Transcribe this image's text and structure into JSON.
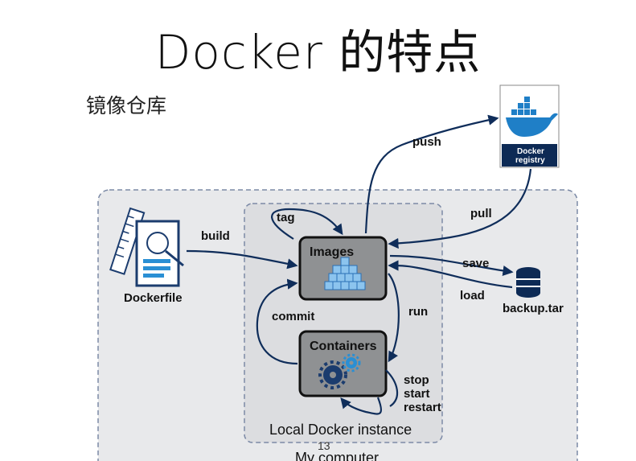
{
  "slide": {
    "title": "Docker 的特点",
    "subtitle": "镜像仓库",
    "page_number": "13"
  },
  "diagram": {
    "outer_region": "My computer",
    "inner_region": "Local Docker instance",
    "nodes": {
      "images": "Images",
      "containers": "Containers",
      "dockerfile": "Dockerfile",
      "backup": "backup.tar",
      "registry_line1": "Docker",
      "registry_line2": "registry"
    },
    "edges": {
      "build": "build",
      "tag": "tag",
      "push": "push",
      "pull": "pull",
      "save": "save",
      "load": "load",
      "run": "run",
      "commit": "commit",
      "stop": "stop",
      "start": "start",
      "restart": "restart"
    },
    "colors": {
      "arrow": "#0f2d5a",
      "region_fill": "#e8e9eb",
      "inner_fill": "#dcdde0",
      "node_fill": "#8f9193",
      "registry_band": "#0d2a55",
      "icon_blue": "#2a6fb5"
    }
  }
}
